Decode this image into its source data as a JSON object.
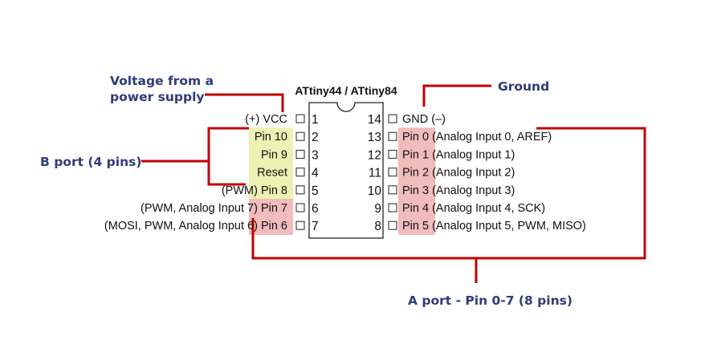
{
  "chip": {
    "title": "ATtiny44 / ATtiny84"
  },
  "annotations": {
    "voltage": [
      "Voltage from a",
      "power supply"
    ],
    "ground": "Ground",
    "b_port": "B port (4 pins)",
    "a_port": "A port - Pin 0-7 (8 pins)"
  },
  "colors": {
    "b_port_highlight": "#eef0b4",
    "a_port_highlight": "#f1bcbc",
    "line_red": "#c00000",
    "annotation_text": "#2f3b7a"
  },
  "left_pins": [
    {
      "num": "1",
      "pre": "(+) ",
      "name": "VCC",
      "hl": "none"
    },
    {
      "num": "2",
      "pre": "",
      "name": "Pin 10",
      "hl": "yellow"
    },
    {
      "num": "3",
      "pre": "",
      "name": "Pin 9",
      "hl": "yellow"
    },
    {
      "num": "4",
      "pre": "",
      "name": "Reset",
      "hl": "yellow"
    },
    {
      "num": "5",
      "pre": "(PWM) ",
      "name": "Pin 8",
      "hl": "yellow"
    },
    {
      "num": "6",
      "pre": "(PWM, Analog Input 7) ",
      "name": "Pin 7",
      "hl": "red"
    },
    {
      "num": "7",
      "pre": "(MOSI, PWM, Analog Input 6) ",
      "name": "Pin 6",
      "hl": "red"
    }
  ],
  "right_pins": [
    {
      "num": "14",
      "name": "GND",
      "post": " (–)",
      "hl": "none"
    },
    {
      "num": "13",
      "name": "Pin 0",
      "post": " (Analog Input 0, AREF)",
      "hl": "red"
    },
    {
      "num": "12",
      "name": "Pin 1",
      "post": " (Analog Input 1)",
      "hl": "red"
    },
    {
      "num": "11",
      "name": "Pin 2",
      "post": " (Analog Input 2)",
      "hl": "red"
    },
    {
      "num": "10",
      "name": "Pin 3",
      "post": " (Analog Input 3)",
      "hl": "red"
    },
    {
      "num": "9",
      "name": "Pin 4",
      "post": " (Analog Input 4, SCK)",
      "hl": "red"
    },
    {
      "num": "8",
      "name": "Pin 5",
      "post": " (Analog Input 5, PWM, MISO)",
      "hl": "red"
    }
  ]
}
